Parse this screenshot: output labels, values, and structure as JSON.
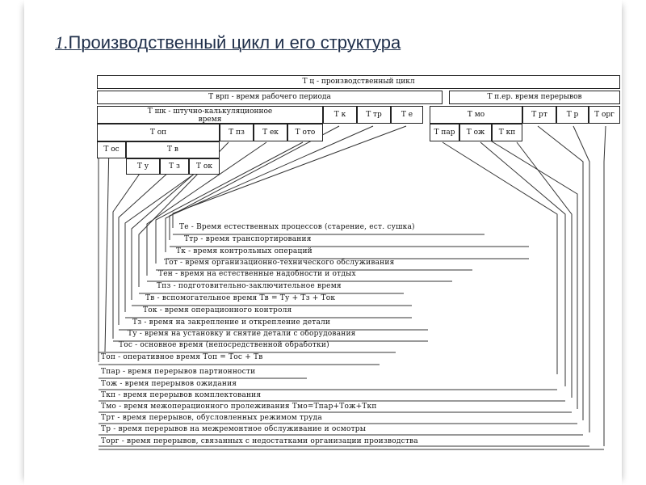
{
  "title": {
    "number": "1.",
    "text": "Производственный цикл и его структура"
  },
  "boxes": {
    "tc": "Т ц - производственный цикл",
    "trp": "Т врп - время рабочего периода",
    "tper": "Т п.ер. время перерывов",
    "tshk": "Т шк - штучно-калькуляционное время",
    "tk": "Т к",
    "ttr": "Т тр",
    "te": "Т е",
    "tmo": "Т мо",
    "trt": "Т рт",
    "tr": "Т р",
    "torg": "Т орг",
    "top": "Т оп",
    "tpz": "Т пз",
    "tek": "Т ек",
    "toto": "Т ото",
    "tpar": "Т пар",
    "toj": "Т ож",
    "tkp": "Т кп",
    "tos": "Т ос",
    "tv": "Т в",
    "tu": "Т у",
    "tz": "Т з",
    "tok": "Т ок"
  },
  "legend": [
    "Те - Время естественных процессов (старение, ест. сушка)",
    "Ттр - время транспортирования",
    "Тк - время контрольных операций",
    "Тот - время организационно-технического обслуживания",
    "Тен - время на естественные надобности и отдых",
    "Тпз - подготовительно-заключительное время",
    "Тв - вспомогательное время Тв = Ту + Тз + Ток",
    "Ток - время операционного контроля",
    "Тз - время на закрепление и открепление детали",
    "Ту - время на установку и снятие детали с оборудования",
    "Тос - основное время (непосредственной обработки)",
    "Топ - оперативное время Топ = Тос + Тв",
    "Тпар - время перерывов партионности",
    "Тож - время перерывов ожидания",
    "Ткп - время перерывов комплектования",
    "Тмо - время межоперационного пролеживания  Тмо=Тпар+Тож+Ткп",
    "Трт - время перерывов, обусловленных режимом труда",
    "Тр - время перерывов на межремонтное обслуживание и осмотры",
    "Торг - время перерывов, связанных с недостатками организации производства"
  ]
}
